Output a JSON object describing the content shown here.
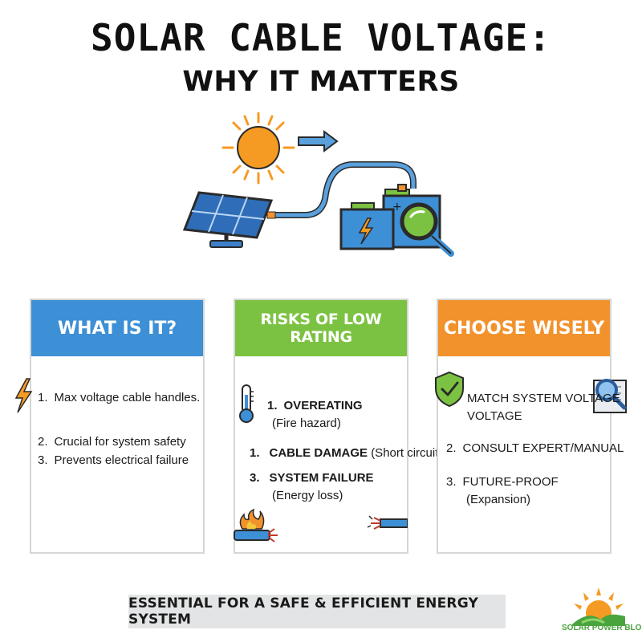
{
  "header": {
    "title": "SOLAR CABLE VOLTAGE:",
    "subtitle": "WHY IT MATTERS"
  },
  "colors": {
    "blue": "#3d8fd6",
    "green": "#7cc242",
    "orange": "#f2922c",
    "sun": "#f59a22",
    "cable": "#4a90d9",
    "footer_bg": "#e3e4e6",
    "logo_green": "#4aa43e"
  },
  "hero_icons": [
    "sun-icon",
    "arrow-right-icon",
    "solar-panel-icon",
    "cable-icon",
    "battery-icon",
    "magnifier-icon"
  ],
  "cards": [
    {
      "title": "WHAT IS IT?",
      "items": [
        {
          "num": "1.",
          "text": "Max voltage cable handles."
        },
        {
          "num": "2.",
          "text": "Crucial for system safety"
        },
        {
          "num": "3.",
          "text": "Prevents electrical failure"
        }
      ],
      "icons": [
        "lightning-icon"
      ]
    },
    {
      "title": "RISKS OF LOW RATING",
      "items": [
        {
          "num": "1.",
          "text": "OVEREATING",
          "note": "(Fire hazard)"
        },
        {
          "num": "1.",
          "text": "CABLE DAMAGE",
          "note": "(Short circuits)"
        },
        {
          "num": "3.",
          "text": "SYSTEM FAILURE",
          "note": "(Energy loss)"
        }
      ],
      "icons": [
        "thermometer-icon",
        "burning-cable-icon",
        "damaged-cable-icon"
      ]
    },
    {
      "title": "CHOOSE WISELY",
      "items": [
        {
          "num": "",
          "text": "MATCH SYSTEM VOLTAGE",
          "text2": "VOLTAGE"
        },
        {
          "num": "2.",
          "text": "CONSULT EXPERT/MANUAL"
        },
        {
          "num": "3.",
          "text": "FUTURE-PROOF",
          "note": "(Expansion)"
        }
      ],
      "icons": [
        "shield-check-icon",
        "manual-search-icon"
      ]
    }
  ],
  "footer": {
    "text": "ESSENTIAL FOR A SAFE & EFFICIENT ENERGY SYSTEM"
  },
  "logo": {
    "text": "SOLAR POWER BLOG",
    "icon": "sun-logo-icon"
  }
}
